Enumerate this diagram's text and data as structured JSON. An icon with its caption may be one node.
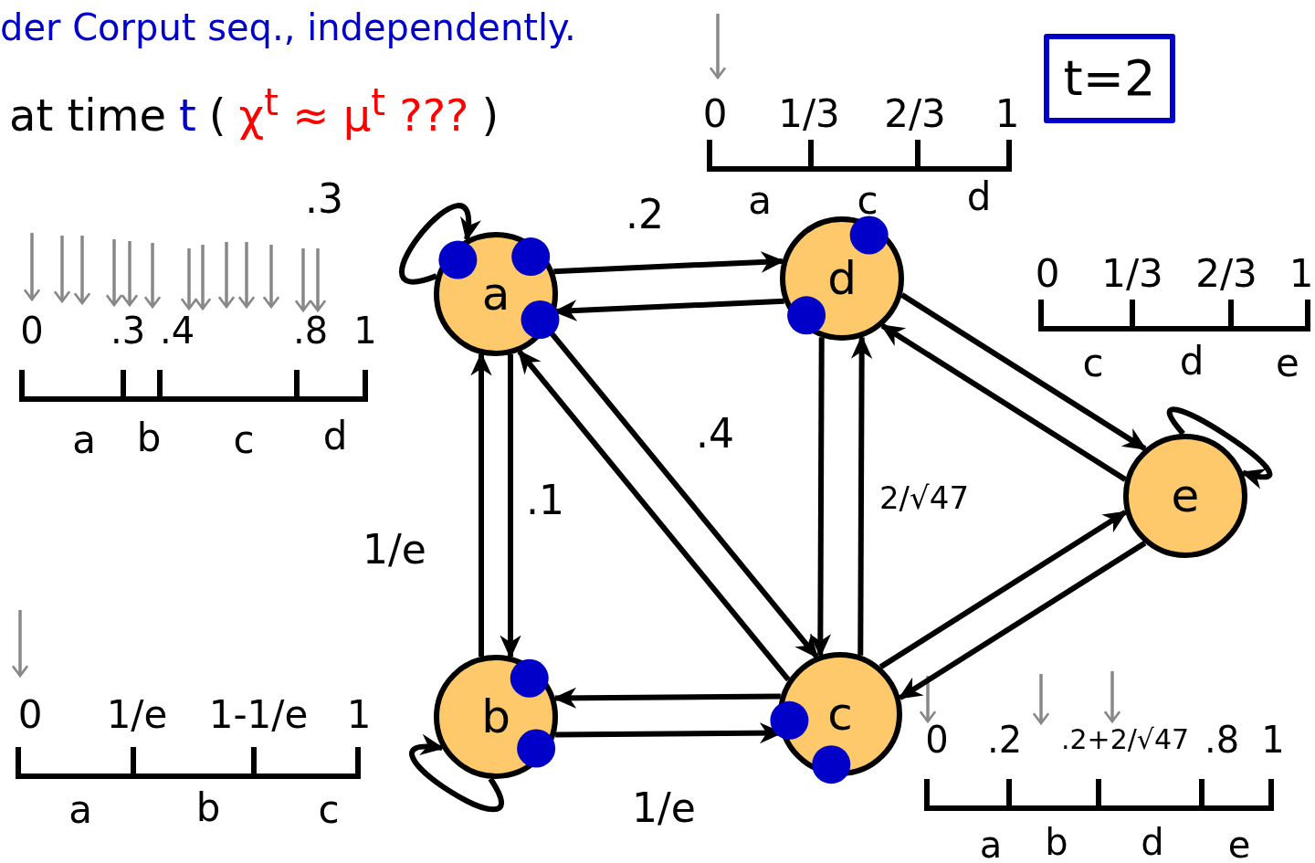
{
  "diagram": {
    "nodes": [
      {
        "text": [
          "a"
        ]
      },
      {
        "text": [
          "d"
        ]
      },
      {
        "text": [
          "e"
        ]
      },
      {
        "text": [
          "b"
        ]
      },
      {
        "text": [
          "c"
        ]
      },
      {
        "text": [
          "t=2"
        ]
      }
    ],
    "edges": [
      {
        "from": 0,
        "to": 0,
        "arrow": "to",
        "label": ".3"
      },
      {
        "from": 0,
        "to": 1,
        "arrow": "to",
        "label": ".2"
      },
      {
        "from": 1,
        "to": 0,
        "arrow": "to"
      },
      {
        "from": 0,
        "to": 3,
        "arrow": "to",
        "label": ".1"
      },
      {
        "from": 3,
        "to": 0,
        "arrow": "to",
        "label": "1/e"
      },
      {
        "from": 0,
        "to": 4,
        "arrow": "to",
        "label": ".4"
      },
      {
        "from": 4,
        "to": 0,
        "arrow": "to"
      },
      {
        "from": 1,
        "to": 4,
        "arrow": "to"
      },
      {
        "from": 4,
        "to": 1,
        "arrow": "to",
        "label": "2/√47"
      },
      {
        "from": 1,
        "to": 2,
        "arrow": "to"
      },
      {
        "from": 2,
        "to": 1,
        "arrow": "to"
      },
      {
        "from": 2,
        "to": 2,
        "arrow": "to"
      },
      {
        "from": 4,
        "to": 2,
        "arrow": "to"
      },
      {
        "from": 2,
        "to": 4,
        "arrow": "to"
      },
      {
        "from": 3,
        "to": 3,
        "arrow": "to"
      },
      {
        "from": 4,
        "to": 3,
        "arrow": "to"
      },
      {
        "from": 3,
        "to": 4,
        "arrow": "to",
        "label": "1/e"
      }
    ],
    "labels": [
      "der Corput seq., independently.",
      "at time",
      "t",
      "(",
      "χ$^{t}$ ≈ μ$^{t}$ ???",
      ")",
      "0",
      "1/3",
      "2/3",
      "1",
      "a",
      "c",
      "d",
      "0",
      ".3",
      ".4",
      ".8",
      "1",
      "a",
      "b",
      "c",
      "d",
      "0",
      "1/3",
      "2/3",
      "1",
      "c",
      "d",
      "e",
      "0",
      "1/e",
      "1-1/e",
      "1",
      "a",
      "b",
      "c",
      "0",
      ".2",
      ".2+2/√47",
      ".8",
      "1",
      "a",
      "b",
      "d",
      "e"
    ]
  }
}
